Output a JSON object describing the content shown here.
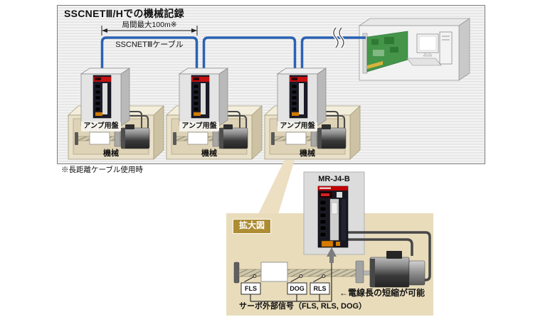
{
  "page": {
    "title": "SSCNETⅢ/Hでの機械記録",
    "footnote": "※長距離ケーブル使用時"
  },
  "network": {
    "dimension_label": "局間最大100m※",
    "cable_label": "SSCNETⅢケーブル",
    "towers": [
      {
        "panel_label": "アンプ用盤",
        "machine_label": "機械"
      },
      {
        "panel_label": "アンプ用盤",
        "machine_label": "機械"
      },
      {
        "panel_label": "アンプ用盤",
        "machine_label": "機械"
      }
    ]
  },
  "enlarged_view": {
    "tag_label": "拡大図",
    "amplifier_model": "MR-J4-B",
    "limit_switches": [
      "FLS",
      "DOG",
      "RLS"
    ],
    "wire_note": "←電線長の短縮が可能",
    "signal_note": "サーボ外部信号（FLS, RLS, DOG）"
  },
  "colors": {
    "cable_blue": "#2a62b4",
    "panel_beige": "#e8dcbb",
    "tag_gold": "#ad8c33",
    "amplifier_red": "#c00000"
  }
}
